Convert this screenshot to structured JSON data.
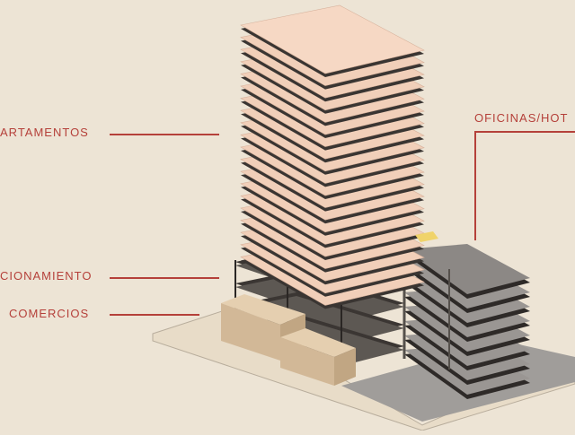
{
  "labels": {
    "apartamentos": "ARTAMENTOS",
    "oficinas_hotel": "OFICINAS/HOT",
    "estacionamiento": "CIONAMIENTO",
    "comercios": "COMERCIOS"
  },
  "colors": {
    "background": "#ede4d5",
    "label": "#b5403a",
    "tower_slab": "#f1cfb9",
    "tower_slab_dark": "#3a3532",
    "annex_slab": "#8a8683",
    "commerce_block": "#d9c0a0",
    "ground": "#a09d9a",
    "sidewalk": "#e8dcc8"
  },
  "building": {
    "tower_floors": 20,
    "annex_floors": 8,
    "parking_levels": 4
  }
}
